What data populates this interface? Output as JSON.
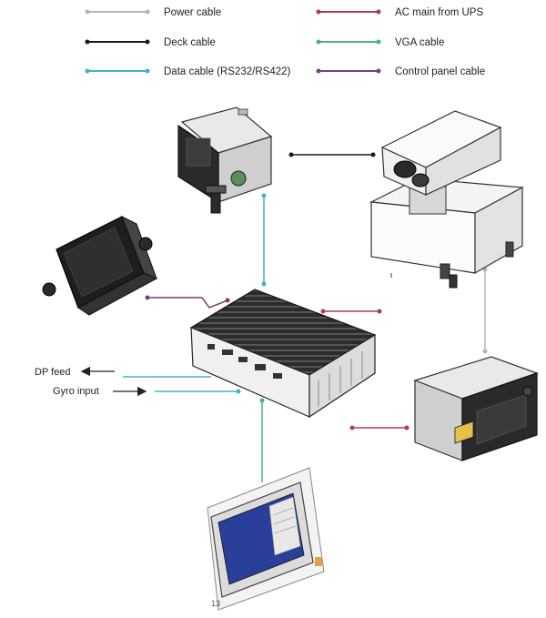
{
  "legend": [
    {
      "label": "Power cable",
      "color": "#b5b5b5"
    },
    {
      "label": "AC main from UPS",
      "color": "#b23a55"
    },
    {
      "label": "Deck cable",
      "color": "#1a1a1a"
    },
    {
      "label": "VGA cable",
      "color": "#4bb37a"
    },
    {
      "label": "Data cable (RS232/RS422)",
      "color": "#3fb3c9"
    },
    {
      "label": "Control panel cable",
      "color": "#7a3f76"
    }
  ],
  "io": {
    "dp_feed": "DP feed",
    "gyro_input": "Gyro input"
  },
  "monitor": {
    "corner_text": "13"
  }
}
